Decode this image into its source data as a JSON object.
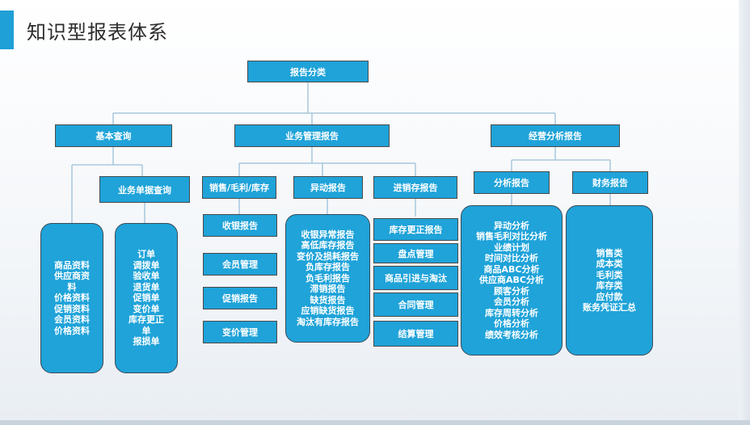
{
  "title": "知识型报表体系",
  "root": "报告分类",
  "categories": {
    "basic": "基本查询",
    "business": "业务管理报告",
    "operation": "经营分析报告"
  },
  "subs": {
    "doc_query": "业务单据查询",
    "sales_margin_stock": "销售/毛利/库存",
    "exception": "异动报告",
    "purchase_sales_stock": "进销存报告",
    "analysis": "分析报告",
    "finance": "财务报告"
  },
  "basic_items": [
    "商品资料",
    "供应商资",
    "料",
    "价格资料",
    "促销资料",
    "会员资料",
    "价格资料"
  ],
  "doc_items": [
    "订单",
    "调拨单",
    "验收单",
    "退货单",
    "促销单",
    "变价单",
    "库存更正",
    "单",
    "报损单"
  ],
  "sales_boxes": [
    "收银报告",
    "会员管理",
    "促销报告",
    "变价管理"
  ],
  "exception_items": [
    "收银异常报告",
    "高低库存报告",
    "变价及损耗报告",
    "负库存报告",
    "负毛利报告",
    "滞销报告",
    "缺货报告",
    "应销缺货报告",
    "淘汰有库存报告"
  ],
  "pss_boxes": [
    "库存更正报告",
    "盘点管理",
    "商品引进与淘汰",
    "合同管理",
    "结算管理"
  ],
  "analysis_items": [
    "异动分析",
    "销售毛利对比分析",
    "业绩计划",
    "时间对比分析",
    "商品ABC分析",
    "供应商ABC分析",
    "顾客分析",
    "会员分析",
    "库存周转分析",
    "价格分析",
    "绩效考核分析"
  ],
  "finance_items": [
    "销售类",
    "成本类",
    "毛利类",
    "库存类",
    "应付款",
    "账务凭证汇总"
  ],
  "colors": {
    "box": "#1fa3d9",
    "accent": "#1fa0d6",
    "line": "#a9c7dc"
  }
}
